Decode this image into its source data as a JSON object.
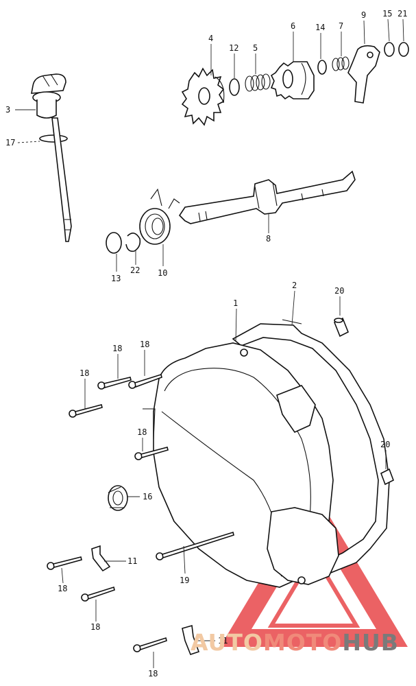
{
  "callouts": [
    {
      "id": "c1",
      "label": "1"
    },
    {
      "id": "c2",
      "label": "2"
    },
    {
      "id": "c3",
      "label": "3"
    },
    {
      "id": "c4",
      "label": "4"
    },
    {
      "id": "c5",
      "label": "5"
    },
    {
      "id": "c6",
      "label": "6"
    },
    {
      "id": "c7",
      "label": "7"
    },
    {
      "id": "c8",
      "label": "8"
    },
    {
      "id": "c9",
      "label": "9"
    },
    {
      "id": "c10",
      "label": "10"
    },
    {
      "id": "c11a",
      "label": "11"
    },
    {
      "id": "c11b",
      "label": "11"
    },
    {
      "id": "c12",
      "label": "12"
    },
    {
      "id": "c13",
      "label": "13"
    },
    {
      "id": "c14",
      "label": "14"
    },
    {
      "id": "c15",
      "label": "15"
    },
    {
      "id": "c16",
      "label": "16"
    },
    {
      "id": "c17",
      "label": "17"
    },
    {
      "id": "c18a",
      "label": "18"
    },
    {
      "id": "c18b",
      "label": "18"
    },
    {
      "id": "c18c",
      "label": "18"
    },
    {
      "id": "c18d",
      "label": "18"
    },
    {
      "id": "c18e",
      "label": "18"
    },
    {
      "id": "c18f",
      "label": "18"
    },
    {
      "id": "c18g",
      "label": "18"
    },
    {
      "id": "c19",
      "label": "19"
    },
    {
      "id": "c20a",
      "label": "20"
    },
    {
      "id": "c20b",
      "label": "20"
    },
    {
      "id": "c21",
      "label": "21"
    },
    {
      "id": "c22",
      "label": "22"
    }
  ],
  "watermark": {
    "part1": "AUTO",
    "part2": "MOTO",
    "part3": "HUB",
    "color_light": "#f2c9a3",
    "color_mid": "#f08a7a",
    "color_dark": "#7a7a7a",
    "triangle_color": "#e8474a"
  }
}
